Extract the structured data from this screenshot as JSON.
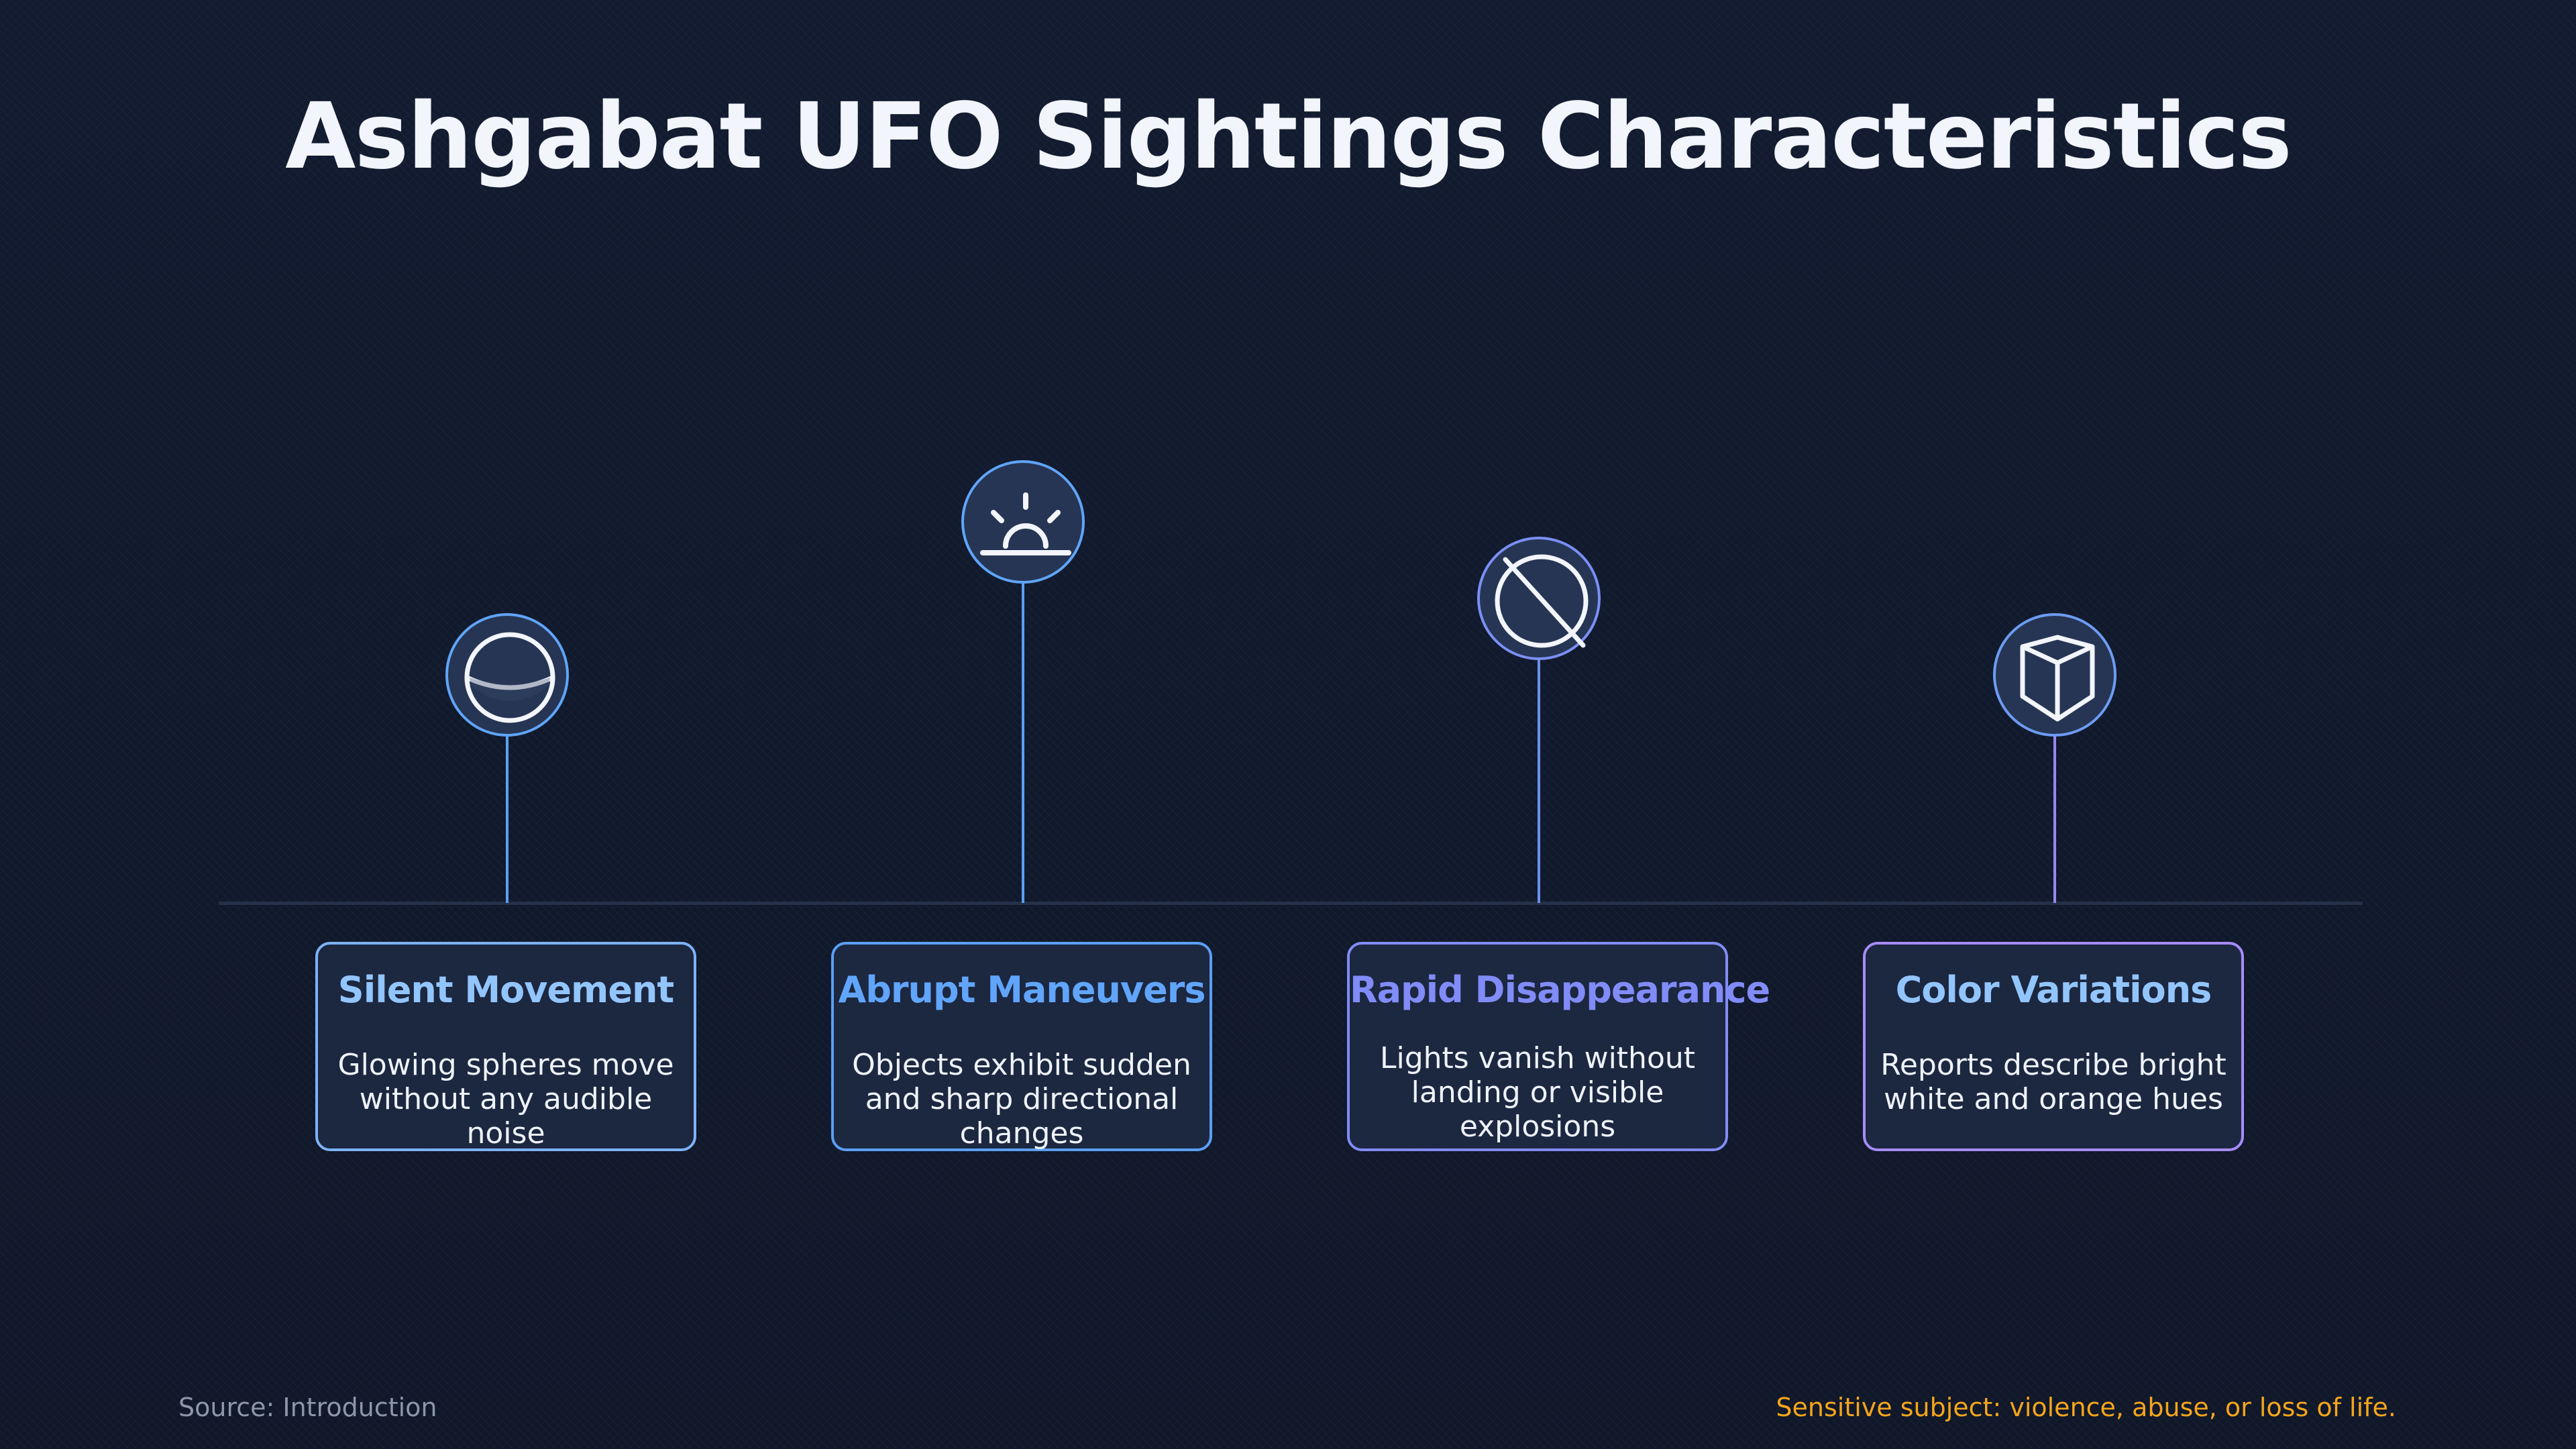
{
  "title": "Ashgabat UFO Sightings Characteristics",
  "items": [
    {
      "title": "Silent Movement",
      "description": "Glowing spheres move without any audible noise",
      "icon": "sphere-icon",
      "accent": "#60a5fa"
    },
    {
      "title": "Abrupt Maneuvers",
      "description": "Objects exhibit sudden and sharp directional changes",
      "icon": "sunset-icon",
      "accent": "#60a5fa"
    },
    {
      "title": "Rapid Disappearance",
      "description": "Lights vanish without landing or visible explosions",
      "icon": "circle-slash-icon",
      "accent": "#818cf8"
    },
    {
      "title": "Color Variations",
      "description": "Reports describe bright white and orange hues",
      "icon": "cube-icon",
      "accent": "#a78bfa"
    }
  ],
  "footer": {
    "source": "Source: Introduction",
    "warning": "Sensitive subject: violence, abuse, or loss of life."
  },
  "colors": {
    "background": "#111a2e",
    "card_fill": "#1c2740",
    "icon_fill": "#263553",
    "title_blue": "#93c5fd",
    "title_indigo": "#818cf8",
    "warning": "#f4a51c"
  }
}
